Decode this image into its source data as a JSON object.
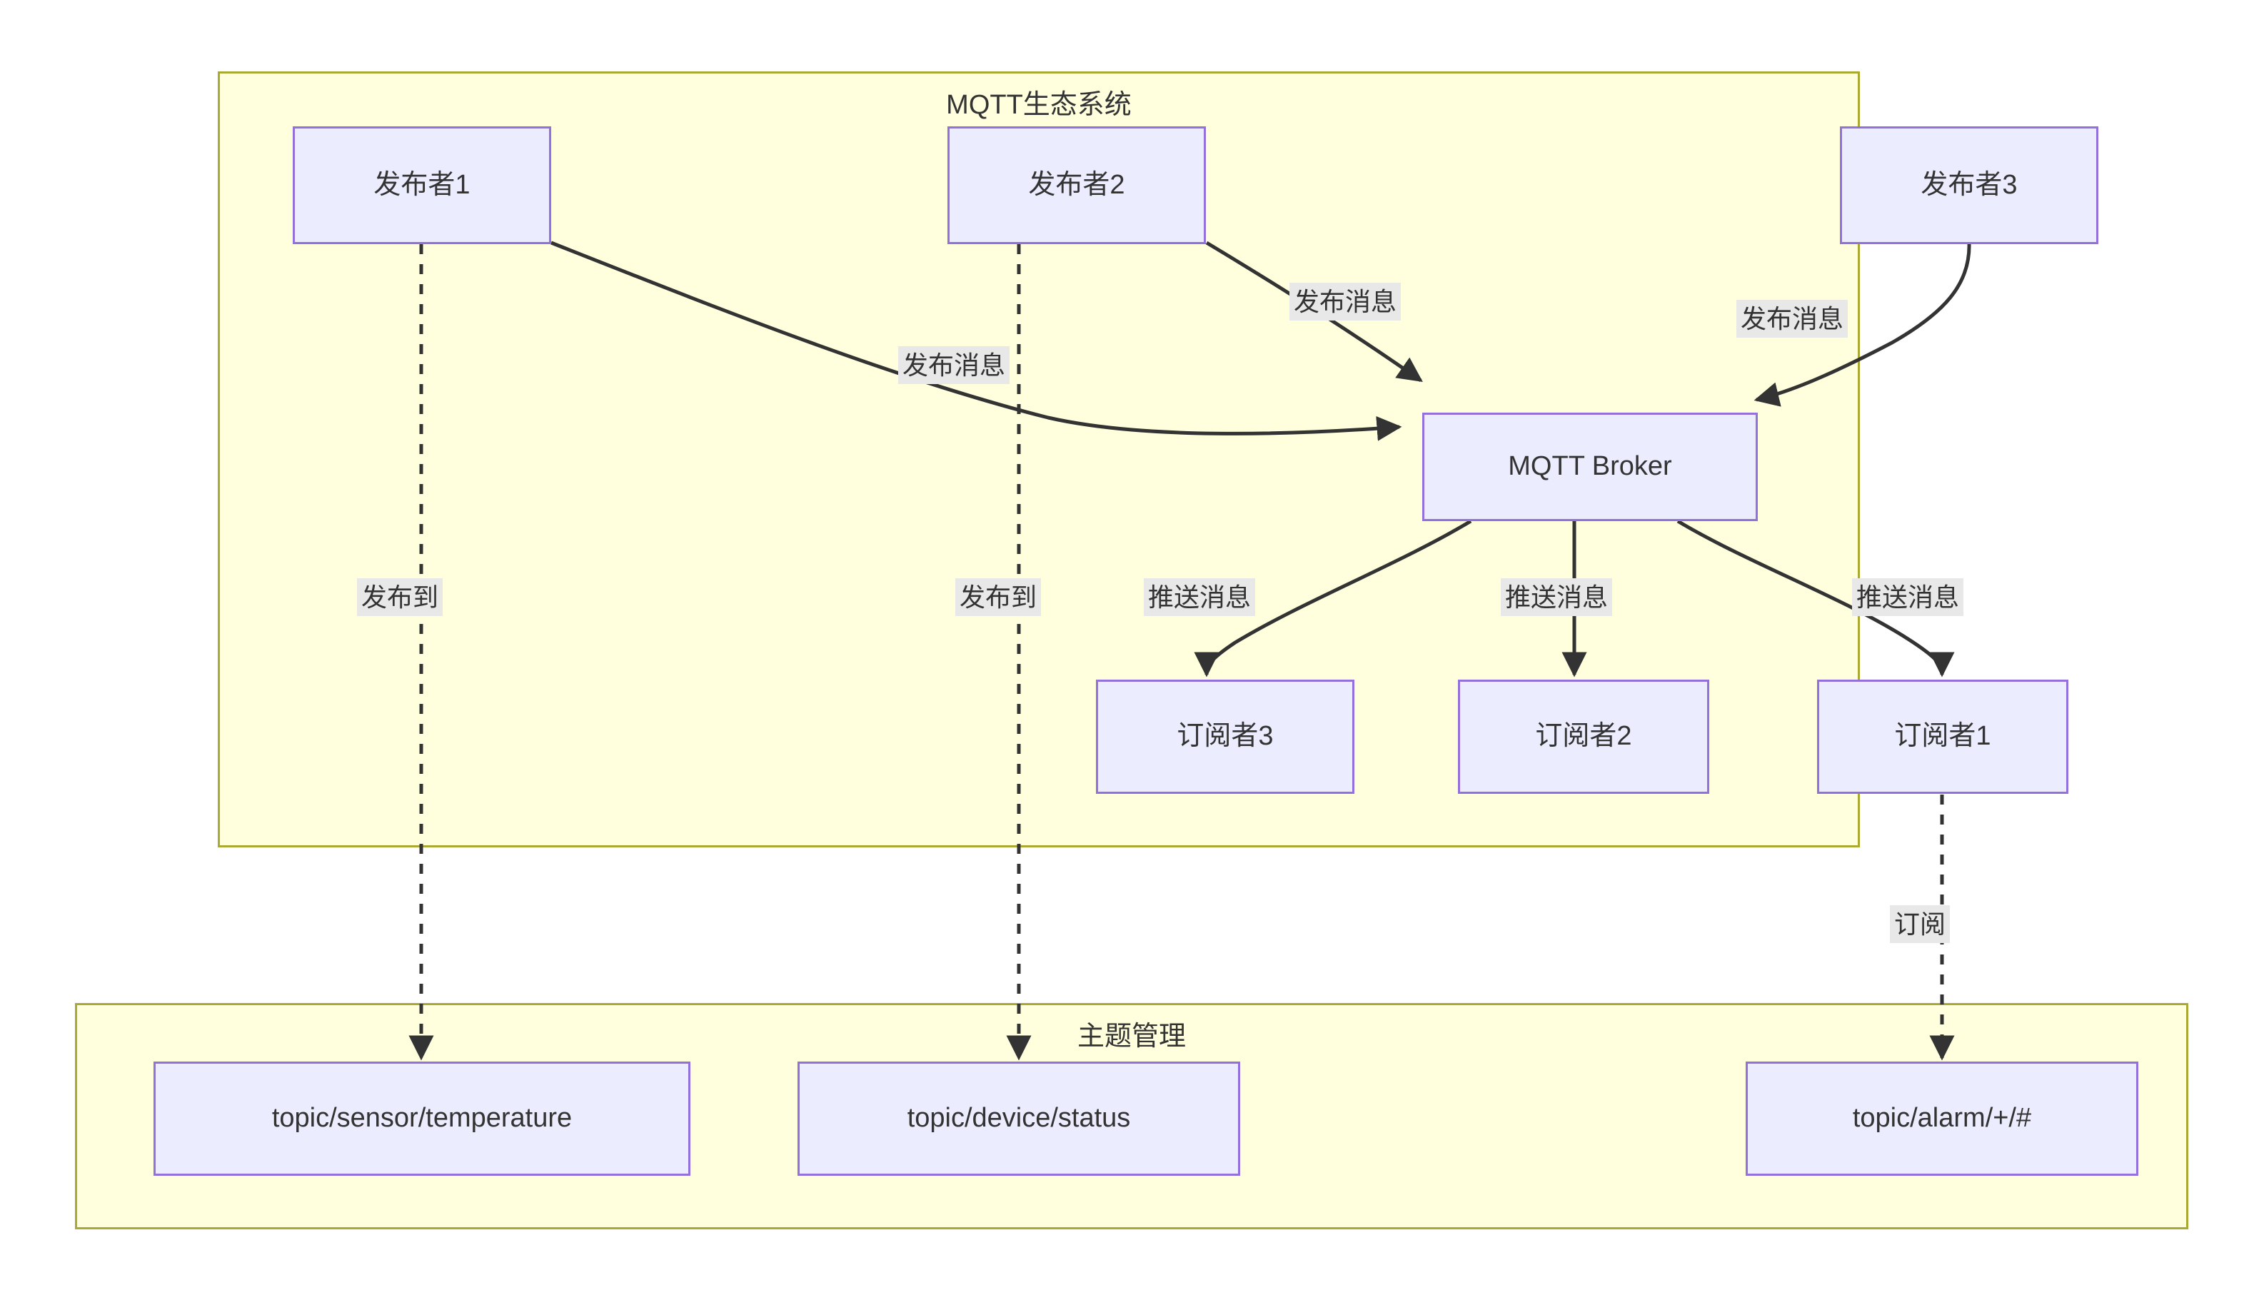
{
  "diagram": {
    "type": "flowchart",
    "background": "#ffffff",
    "cluster_fill": "#ffffde",
    "cluster_stroke": "#aaaa33",
    "node_fill": "#ececff",
    "node_stroke": "#9370db",
    "edge_stroke": "#333333",
    "edge_label_bg": "#e8e8e8",
    "text_color": "#333333"
  },
  "clusters": [
    {
      "id": "ecosystem",
      "title": "MQTT生态系统"
    },
    {
      "id": "topics",
      "title": "主题管理"
    }
  ],
  "nodes": [
    {
      "id": "pub1",
      "label": "发布者1"
    },
    {
      "id": "pub2",
      "label": "发布者2"
    },
    {
      "id": "pub3",
      "label": "发布者3"
    },
    {
      "id": "broker",
      "label": "MQTT Broker"
    },
    {
      "id": "sub3",
      "label": "订阅者3"
    },
    {
      "id": "sub2",
      "label": "订阅者2"
    },
    {
      "id": "sub1",
      "label": "订阅者1"
    },
    {
      "id": "topic_temp",
      "label": "topic/sensor/temperature"
    },
    {
      "id": "topic_status",
      "label": "topic/device/status"
    },
    {
      "id": "topic_alarm",
      "label": "topic/alarm/+/#"
    }
  ],
  "edges": [
    {
      "from": "pub1",
      "to": "broker",
      "label": "发布消息",
      "style": "solid"
    },
    {
      "from": "pub2",
      "to": "broker",
      "label": "发布消息",
      "style": "solid"
    },
    {
      "from": "pub3",
      "to": "broker",
      "label": "发布消息",
      "style": "solid"
    },
    {
      "from": "broker",
      "to": "sub3",
      "label": "推送消息",
      "style": "solid"
    },
    {
      "from": "broker",
      "to": "sub2",
      "label": "推送消息",
      "style": "solid"
    },
    {
      "from": "broker",
      "to": "sub1",
      "label": "推送消息",
      "style": "solid"
    },
    {
      "from": "pub1",
      "to": "topic_temp",
      "label": "发布到",
      "style": "dashed"
    },
    {
      "from": "pub2",
      "to": "topic_status",
      "label": "发布到",
      "style": "dashed"
    },
    {
      "from": "sub1",
      "to": "topic_alarm",
      "label": "订阅",
      "style": "dashed"
    }
  ],
  "edge_labels": {
    "pub1_broker": "发布消息",
    "pub2_broker": "发布消息",
    "pub3_broker": "发布消息",
    "broker_sub3": "推送消息",
    "broker_sub2": "推送消息",
    "broker_sub1": "推送消息",
    "pub1_topic": "发布到",
    "pub2_topic": "发布到",
    "sub1_topic": "订阅"
  }
}
